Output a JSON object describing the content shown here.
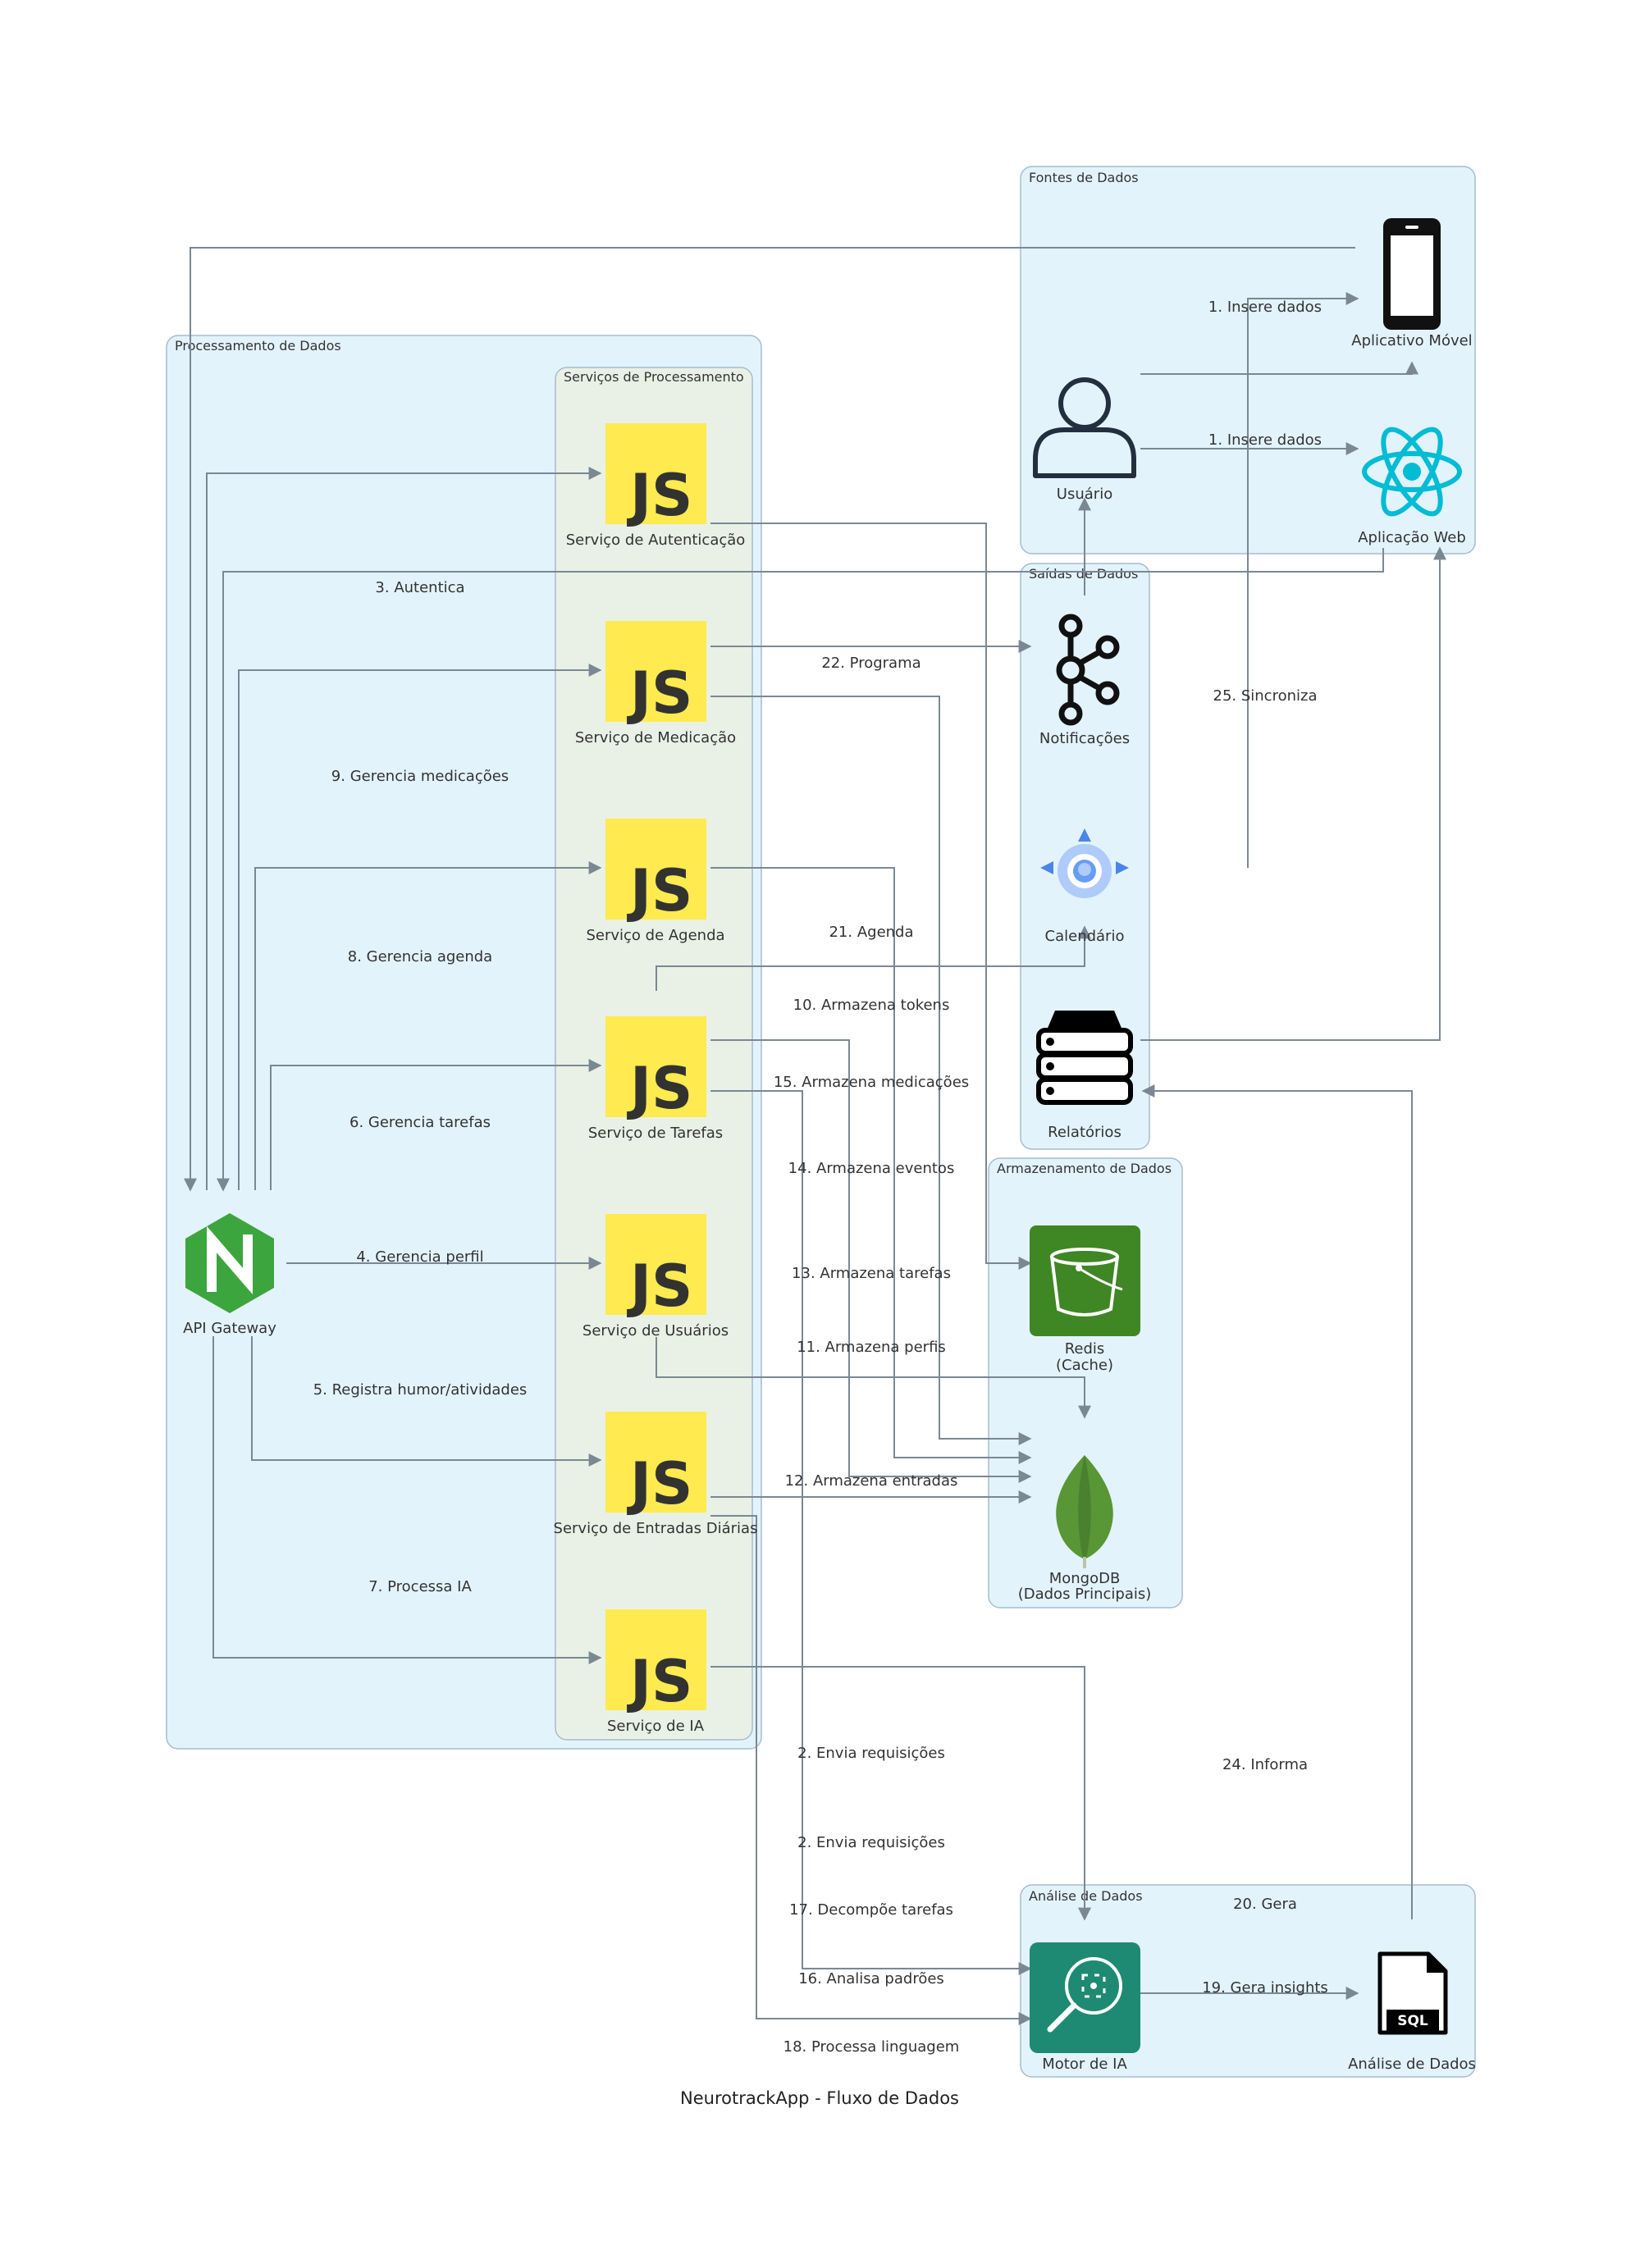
{
  "title": "NeurotrackApp - Fluxo de Dados",
  "clusters": {
    "fontes": "Fontes de Dados",
    "processamento": "Processamento de Dados",
    "servicos": "Serviços de Processamento",
    "saidas": "Saídas de Dados",
    "armazenamento": "Armazenamento de Dados",
    "analise": "Análise de Dados"
  },
  "nodes": {
    "mobile": "Aplicativo Móvel",
    "user": "Usuário",
    "web": "Aplicação Web",
    "notifications": "Notificações",
    "calendar": "Calendário",
    "reports": "Relatórios",
    "redis": [
      "Redis",
      "(Cache)"
    ],
    "mongo": [
      "MongoDB",
      "(Dados Principais)"
    ],
    "gateway": "API Gateway",
    "auth": "Serviço de Autenticação",
    "medication": "Serviço de Medicação",
    "schedule": "Serviço de Agenda",
    "tasks": "Serviço de Tarefas",
    "users": "Serviço de Usuários",
    "entries": "Serviço de Entradas Diárias",
    "ai_service": "Serviço de IA",
    "ai_engine": "Motor de IA",
    "analytics": "Análise de Dados",
    "js_logo": "JS",
    "sql_badge": "SQL"
  },
  "edges": {
    "e1a": "1. Insere dados",
    "e1b": "1. Insere dados",
    "e2a": "2. Envia requisições",
    "e2b": "2. Envia requisições",
    "e3": "3. Autentica",
    "e4": "4. Gerencia perfil",
    "e5": "5. Registra humor/atividades",
    "e6": "6. Gerencia tarefas",
    "e7": "7. Processa IA",
    "e8": "8. Gerencia agenda",
    "e9": "9. Gerencia medicações",
    "e10": "10. Armazena tokens",
    "e11": "11. Armazena perfis",
    "e12": "12. Armazena entradas",
    "e13": "13. Armazena tarefas",
    "e14": "14. Armazena eventos",
    "e15": "15. Armazena medicações",
    "e16": "16. Analisa padrões",
    "e17": "17. Decompõe tarefas",
    "e18": "18. Processa linguagem",
    "e19": "19. Gera insights",
    "e20": "20. Gera",
    "e21": "21. Agenda",
    "e22": "22. Programa",
    "e24": "24. Informa",
    "e25": "25. Sincroniza"
  },
  "colors": {
    "cluster_fill": "#e3f3fc",
    "cluster_stroke": "#a6bccb",
    "services_fill": "#e9f1e6",
    "edge": "#7b8894",
    "js_yellow": "#ffea4f",
    "nginx_green": "#3da53e",
    "redis_green": "#3f8624",
    "mongo_green": "#589636",
    "react_cyan": "#00bcd4",
    "ai_teal": "#1f8a73",
    "calendar_blue": "#4a86e8"
  }
}
